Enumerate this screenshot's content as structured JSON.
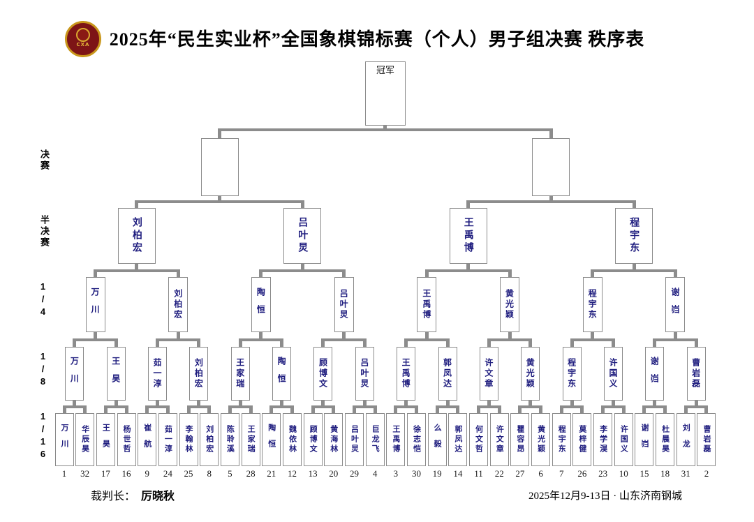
{
  "title": "2025年“民生实业杯”全国象棋锦标赛（个人）男子组决赛 秩序表",
  "logo": {
    "label": "CXA"
  },
  "champion_label": "冠军",
  "round_labels": [
    {
      "id": "final",
      "label": "决赛"
    },
    {
      "id": "semifinal",
      "label": "半决赛"
    },
    {
      "id": "quarterfinal",
      "label": "1/4"
    },
    {
      "id": "round-of-16",
      "label": "1/8"
    },
    {
      "id": "round-of-32",
      "label": "1/16"
    }
  ],
  "bracket": {
    "final": [
      "",
      ""
    ],
    "semifinal": [
      "刘柏宏",
      "吕叶炅",
      "王禹博",
      "程宇东"
    ],
    "quarterfinal": [
      "万川",
      "刘柏宏",
      "陶恒",
      "吕叶炅",
      "王禹博",
      "黄光颖",
      "程宇东",
      "谢岿"
    ],
    "round_of_16": [
      "万川",
      "王昊",
      "茹一淳",
      "刘柏宏",
      "王家瑞",
      "陶恒",
      "顾博文",
      "吕叶炅",
      "王禹博",
      "郭凤达",
      "许文章",
      "黄光颖",
      "程宇东",
      "许国义",
      "谢岿",
      "曹岩磊"
    ],
    "round_of_32": [
      {
        "name": "万川",
        "seed": "1"
      },
      {
        "name": "华辰昊",
        "seed": "32"
      },
      {
        "name": "王昊",
        "seed": "17"
      },
      {
        "name": "杨世哲",
        "seed": "16"
      },
      {
        "name": "崔航",
        "seed": "9"
      },
      {
        "name": "茹一淳",
        "seed": "24"
      },
      {
        "name": "李翰林",
        "seed": "25"
      },
      {
        "name": "刘柏宏",
        "seed": "8"
      },
      {
        "name": "陈聆溪",
        "seed": "5"
      },
      {
        "name": "王家瑞",
        "seed": "28"
      },
      {
        "name": "陶恒",
        "seed": "21"
      },
      {
        "name": "魏依林",
        "seed": "12"
      },
      {
        "name": "顾博文",
        "seed": "13"
      },
      {
        "name": "黄海林",
        "seed": "20"
      },
      {
        "name": "吕叶炅",
        "seed": "29"
      },
      {
        "name": "巨龙飞",
        "seed": "4"
      },
      {
        "name": "王禹博",
        "seed": "3"
      },
      {
        "name": "徐志恺",
        "seed": "30"
      },
      {
        "name": "么毅",
        "seed": "19"
      },
      {
        "name": "郭凤达",
        "seed": "14"
      },
      {
        "name": "何文哲",
        "seed": "11"
      },
      {
        "name": "许文章",
        "seed": "22"
      },
      {
        "name": "瞿容昂",
        "seed": "27"
      },
      {
        "name": "黄光颖",
        "seed": "6"
      },
      {
        "name": "程宇东",
        "seed": "7"
      },
      {
        "name": "莫梓健",
        "seed": "26"
      },
      {
        "name": "李学淏",
        "seed": "23"
      },
      {
        "name": "许国义",
        "seed": "10"
      },
      {
        "name": "谢岿",
        "seed": "15"
      },
      {
        "name": "杜晨昊",
        "seed": "18"
      },
      {
        "name": "刘龙",
        "seed": "31"
      },
      {
        "name": "曹岩磊",
        "seed": "2"
      }
    ]
  },
  "footer": {
    "referee_label": "裁判长：",
    "referee_name": "厉晓秋",
    "event_info": "2025年12月9-13日 · 山东济南钢城"
  },
  "colors": {
    "name_text": "#1e1c7e",
    "line": "#8c8c8c",
    "box_border": "#8a8a8a",
    "logo_red": "#7d1416",
    "logo_gold": "#c9971c"
  }
}
